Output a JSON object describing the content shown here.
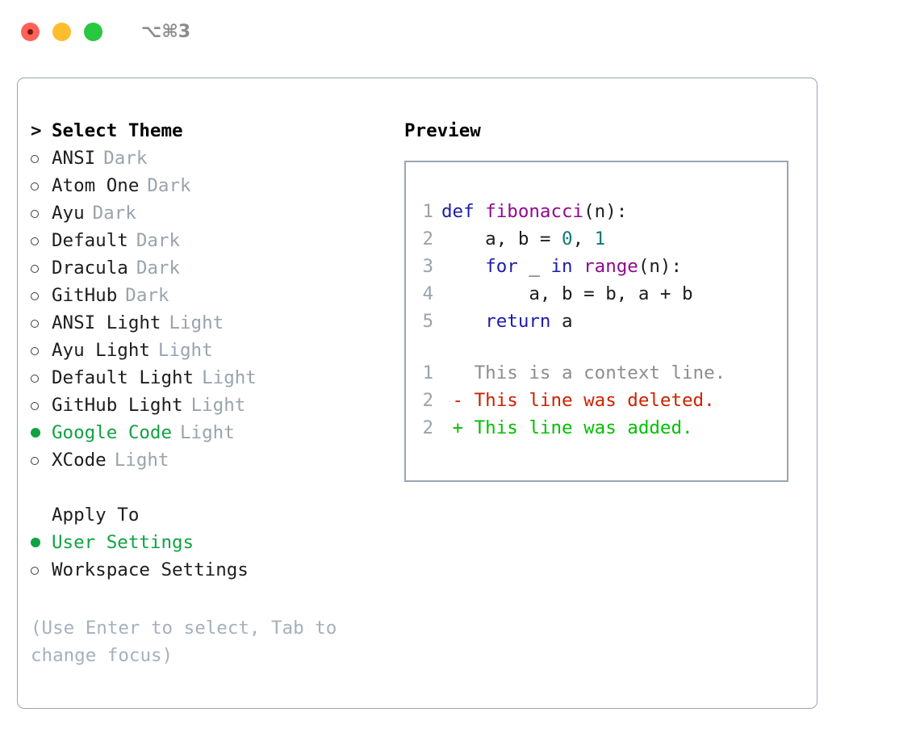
{
  "window": {
    "shortcut": "⌥⌘3",
    "traffic_lights": [
      "close-button",
      "minimize-button",
      "maximize-button"
    ]
  },
  "theme_picker": {
    "heading": {
      "marker": ">",
      "label": "Select Theme"
    },
    "items": [
      {
        "marker": "○",
        "selected": false,
        "label": "ANSI",
        "variant": "Dark"
      },
      {
        "marker": "○",
        "selected": false,
        "label": "Atom One",
        "variant": "Dark"
      },
      {
        "marker": "○",
        "selected": false,
        "label": "Ayu",
        "variant": "Dark"
      },
      {
        "marker": "○",
        "selected": false,
        "label": "Default",
        "variant": "Dark"
      },
      {
        "marker": "○",
        "selected": false,
        "label": "Dracula",
        "variant": "Dark"
      },
      {
        "marker": "○",
        "selected": false,
        "label": "GitHub",
        "variant": "Dark"
      },
      {
        "marker": "○",
        "selected": false,
        "label": "ANSI Light",
        "variant": "Light"
      },
      {
        "marker": "○",
        "selected": false,
        "label": "Ayu Light",
        "variant": "Light"
      },
      {
        "marker": "○",
        "selected": false,
        "label": "Default Light",
        "variant": "Light"
      },
      {
        "marker": "○",
        "selected": false,
        "label": "GitHub Light",
        "variant": "Light"
      },
      {
        "marker": "●",
        "selected": true,
        "label": "Google Code",
        "variant": "Light"
      },
      {
        "marker": "○",
        "selected": false,
        "label": "XCode",
        "variant": "Light"
      }
    ]
  },
  "apply_to": {
    "heading": "Apply To",
    "items": [
      {
        "marker": "●",
        "selected": true,
        "label": "User Settings"
      },
      {
        "marker": "○",
        "selected": false,
        "label": "Workspace Settings"
      }
    ]
  },
  "hint": "(Use Enter to select, Tab to\nchange focus)",
  "preview": {
    "title": "Preview",
    "code_lines": [
      {
        "number": "1",
        "tokens": [
          {
            "text": "def ",
            "type": "keyword"
          },
          {
            "text": "fibonacci",
            "type": "function"
          },
          {
            "text": "(n):",
            "type": "plain"
          }
        ]
      },
      {
        "number": "2",
        "tokens": [
          {
            "text": "    a, b = ",
            "type": "plain"
          },
          {
            "text": "0",
            "type": "number"
          },
          {
            "text": ", ",
            "type": "plain"
          },
          {
            "text": "1",
            "type": "number"
          }
        ]
      },
      {
        "number": "3",
        "tokens": [
          {
            "text": "    ",
            "type": "plain"
          },
          {
            "text": "for",
            "type": "keyword"
          },
          {
            "text": " _ ",
            "type": "plain"
          },
          {
            "text": "in",
            "type": "keyword"
          },
          {
            "text": " ",
            "type": "plain"
          },
          {
            "text": "range",
            "type": "function"
          },
          {
            "text": "(n):",
            "type": "plain"
          }
        ]
      },
      {
        "number": "4",
        "tokens": [
          {
            "text": "        a, b = b, a + b",
            "type": "plain"
          }
        ]
      },
      {
        "number": "5",
        "tokens": [
          {
            "text": "    ",
            "type": "plain"
          },
          {
            "text": "return",
            "type": "keyword"
          },
          {
            "text": " a",
            "type": "plain"
          }
        ]
      }
    ],
    "diff_lines": [
      {
        "number": "1",
        "sign": " ",
        "text": "This is a context line.",
        "type": "context"
      },
      {
        "number": "2",
        "sign": "-",
        "text": "This line was deleted.",
        "type": "deleted"
      },
      {
        "number": "2",
        "sign": "+",
        "text": "This line was added.",
        "type": "added"
      }
    ]
  },
  "colors": {
    "selection_green": "#11a243",
    "variant_gray": "#9aa3ad",
    "hint_gray": "#a6b0bd",
    "border": "#9aa5b1",
    "keyword": "#1d1da8",
    "function": "#8e0a8e",
    "number": "#0f7a73",
    "plain": "#1d1d1d",
    "lineno": "#9aa3ad",
    "diff_context": "#8d8d8d",
    "diff_deleted": "#cc2200",
    "diff_added": "#00c000",
    "traffic_red": "#ff6159",
    "traffic_yellow": "#ffbd2e",
    "traffic_green": "#28c840"
  }
}
